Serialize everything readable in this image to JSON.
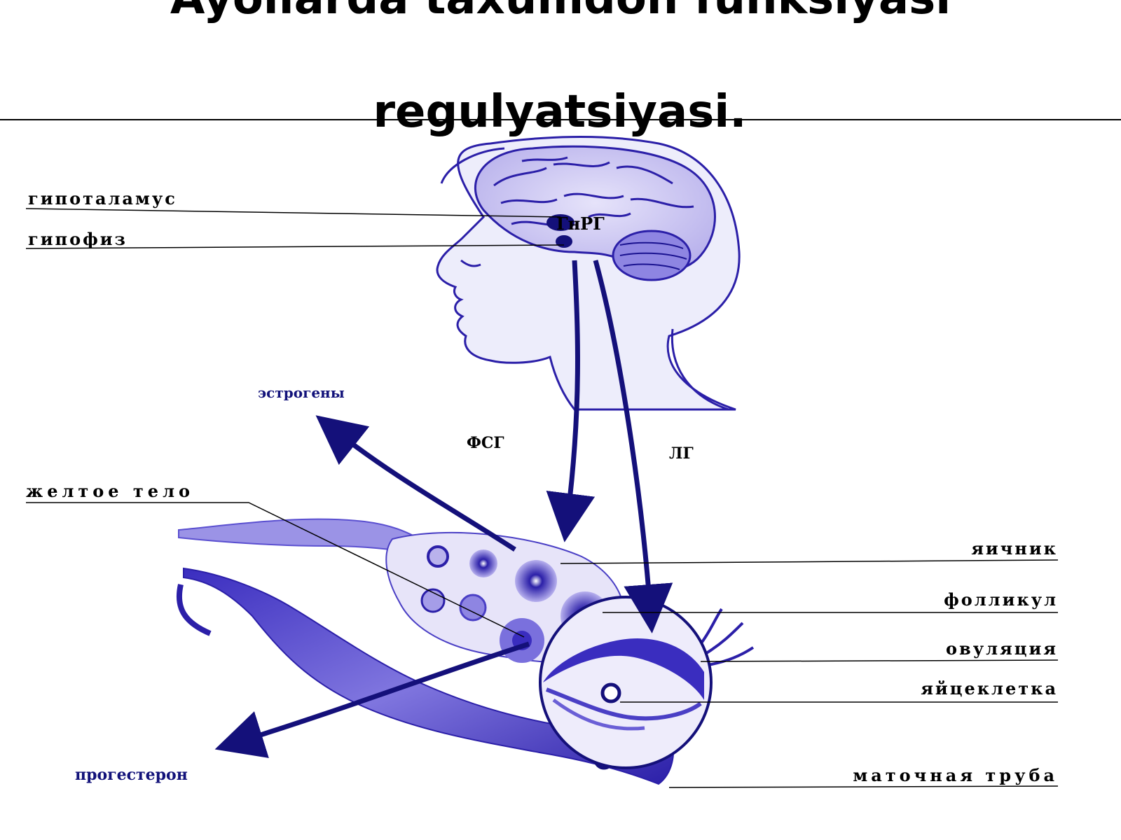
{
  "title": {
    "line1": "Ayollarda taxumdon funksiyasi",
    "line2": "regulyatsiyasi."
  },
  "colors": {
    "ink": "#2b1fa8",
    "ink_dark": "#14107a",
    "shade": "#6a5fd6",
    "pale": "#d9d6f4",
    "text": "#000000"
  },
  "labels": {
    "hypothalamus": "гипоталамус",
    "pituitary": "гипофиз",
    "gnrh": "ГнРГ",
    "estrogens": "эстрогены",
    "fsh": "ФСГ",
    "lh": "ЛГ",
    "corpus_luteum": "желтое тело",
    "ovary": "яичник",
    "follicle": "фолликул",
    "ovulation": "овуляция",
    "egg": "яйцеклетка",
    "fallopian_tube": "маточная труба",
    "progesterone": "прогестерон"
  }
}
